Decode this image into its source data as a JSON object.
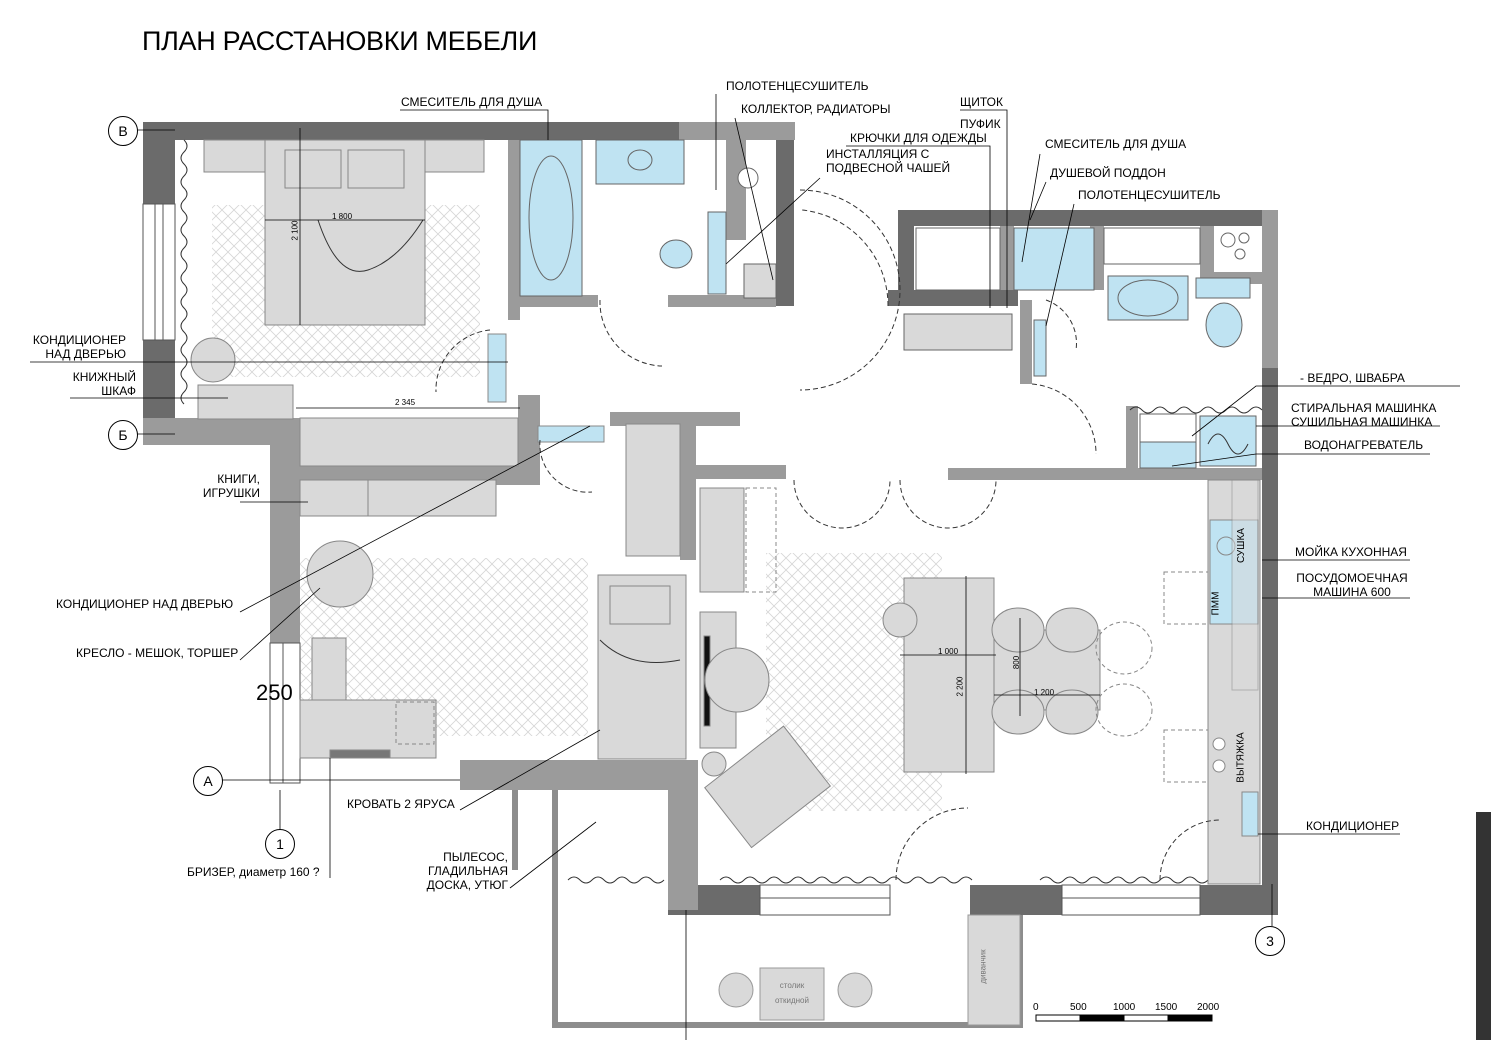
{
  "title": "ПЛАН РАССТАНОВКИ МЕБЕЛИ",
  "axes": {
    "v": "В",
    "b": "Б",
    "a": "А",
    "n1": "1",
    "n3": "3"
  },
  "labels": {
    "shower_mixer_left": "СМЕСИТЕЛЬ ДЛЯ ДУША",
    "towel_dryer_top": "ПОЛОТЕНЦЕСУШИТЕЛЬ",
    "collector": "КОЛЛЕКТОР, РАДИАТОРЫ",
    "installation": "ИНСТАЛЛЯЦИЯ С\nПОДВЕСНОЙ ЧАШЕЙ",
    "panel": "ЩИТОК",
    "pouf": "ПУФИК",
    "hooks": "КРЮЧКИ ДЛЯ ОДЕЖДЫ",
    "shower_mixer_right": "СМЕСИТЕЛЬ ДЛЯ ДУША",
    "shower_tray": "ДУШЕВОЙ ПОДДОН",
    "towel_dryer_right": "ПОЛОТЕНЦЕСУШИТЕЛЬ",
    "ac_over_door_1": "КОНДИЦИОНЕР\nНАД ДВЕРЬЮ",
    "bookcase": "КНИЖНЫЙ\nШКАФ",
    "bucket": "- ВЕДРО, ШВАБРА",
    "washer": "СТИРАЛЬНАЯ МАШИНКА\nСУШИЛЬНАЯ МАШИНКА",
    "water_heater": "ВОДОНАГРЕВАТЕЛЬ",
    "books_toys": "КНИГИ,\nИГРУШКИ",
    "ac_over_door_2": "КОНДИЦИОНЕР НАД ДВЕРЬЮ",
    "armchair": "КРЕСЛО - МЕШОК, ТОРШЕР",
    "kitchen_sink": "МОЙКА КУХОННАЯ",
    "dishwasher": "ПОСУДОМОЕЧНАЯ\nМАШИНА 600",
    "bunk_bed": "КРОВАТЬ 2 ЯРУСА",
    "vacuum": "ПЫЛЕСОС,\nГЛАДИЛЬНАЯ\nДОСКА, УТЮГ",
    "breezer": "БРИЗЕР, диаметр 160 ?",
    "conditioner": "КОНДИЦИОНЕР",
    "sushka": "СУШКА",
    "pmm": "ПММ",
    "vytyazhka": "ВЫТЯЖКА",
    "divanchik": "диванчик",
    "stolik": "столик\nоткидной"
  },
  "dimensions": {
    "bed_width": "1 800",
    "bed_length": "2 100",
    "wardrobe": "2 345",
    "sofa_a": "1 000",
    "sofa_b": "2 200",
    "table_a": "800",
    "table_b": "1 200",
    "offset": "250"
  },
  "scale_bar": [
    "0",
    "500",
    "1000",
    "1500",
    "2000"
  ],
  "colors": {
    "wall_dark": "#6b6b6b",
    "wall_mid": "#9b9b9b",
    "furniture": "#d9d9d9",
    "plumbing": "#bfe3f2",
    "carpet": "#e6e6e6"
  }
}
